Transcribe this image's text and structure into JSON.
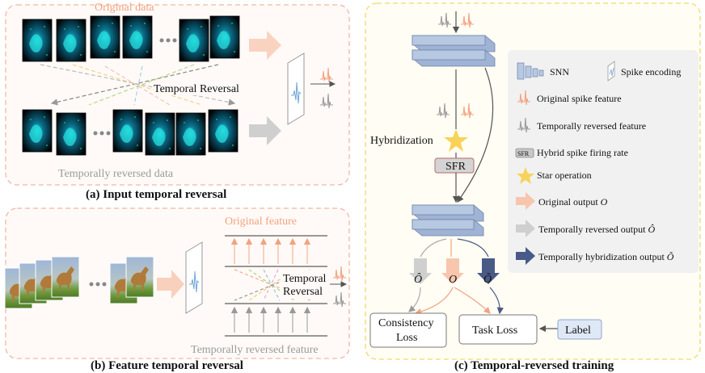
{
  "panel_a": {
    "original_data": "Original data",
    "temporal_reversal": "Temporal Reversal",
    "reversed_data": "Temporally reversed data",
    "caption": "(a) Input temporal reversal"
  },
  "panel_b": {
    "original_feature": "Original feature",
    "temporal_reversal_line1": "Temporal",
    "temporal_reversal_line2": "Reversal",
    "reversed_feature": "Temporally reversed feature",
    "caption": "(b) Feature temporal reversal"
  },
  "panel_c": {
    "hybridization": "Hybridization",
    "sfr": "SFR",
    "out_hat": "Ô",
    "out_o": "O",
    "out_tilde": "Õ",
    "consistency_loss_line1": "Consistency",
    "consistency_loss_line2": "Loss",
    "task_loss": "Task Loss",
    "label": "Label",
    "caption": "(c) Temporal-reversed training"
  },
  "legend": {
    "snn": "SNN",
    "spike_encoding": "Spike encoding",
    "original_spike_feature": "Original spike feature",
    "reversed_feature": "Temporally reversed feature",
    "sfr_badge": "SFR",
    "hybrid_rate": "Hybrid spike firing rate",
    "star_operation": "Star operation",
    "original_output": "Original output ",
    "original_output_sym": "O",
    "reversed_output": "Temporally reversed output ",
    "reversed_output_sym": "Ô",
    "hybrid_output": "Temporally hybridization output ",
    "hybrid_output_sym": "Õ"
  },
  "colors": {
    "panel_ab_border": "#f0b7a4",
    "panel_c_border": "#f5d86b",
    "panel_c_bg": "#fffdf4",
    "legend_bg": "#f1f1f1",
    "orange": "#f7c6ad",
    "gray_arrow": "#cfcfcf",
    "navy_arrow": "#4a5a86",
    "snn_block": "#b7c9e2",
    "star": "#f7d35a",
    "label_box": "#dfe8f6"
  },
  "icons": [
    "event-frame-icon",
    "horse-image-icon",
    "snn-block-icon",
    "spike-encoding-icon",
    "spike-trace-icon",
    "star-icon"
  ]
}
